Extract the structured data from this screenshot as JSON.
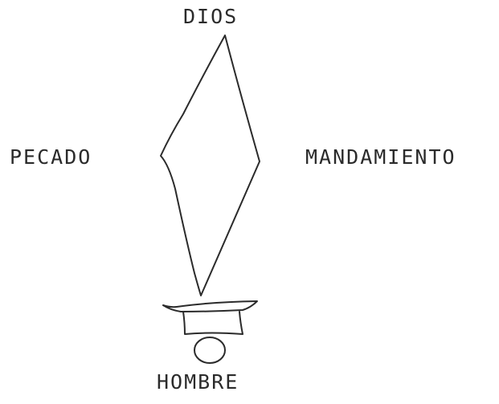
{
  "diagram": {
    "labels": {
      "top": "DIOS",
      "left": "PECADO",
      "right": "MANDAMIENTO",
      "bottom": "HOMBRE"
    }
  }
}
